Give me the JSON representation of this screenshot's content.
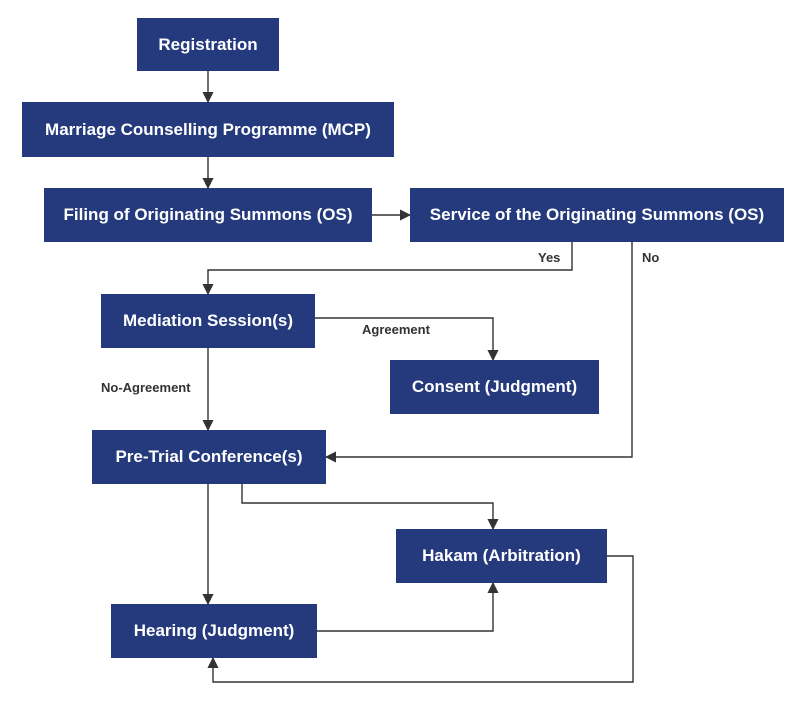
{
  "nodes": {
    "registration": "Registration",
    "mcp": "Marriage Counselling Programme (MCP)",
    "filing": "Filing of Originating Summons (OS)",
    "service": "Service of the Originating Summons (OS)",
    "mediation": "Mediation Session(s)",
    "consent": "Consent (Judgment)",
    "pretrial": "Pre-Trial Conference(s)",
    "hakam": "Hakam (Arbitration)",
    "hearing": "Hearing (Judgment)"
  },
  "edge_labels": {
    "yes": "Yes",
    "no": "No",
    "agreement": "Agreement",
    "no_agreement": "No-Agreement"
  },
  "colors": {
    "node_fill": "#243a7d",
    "node_text": "#ffffff",
    "edge": "#333333"
  }
}
